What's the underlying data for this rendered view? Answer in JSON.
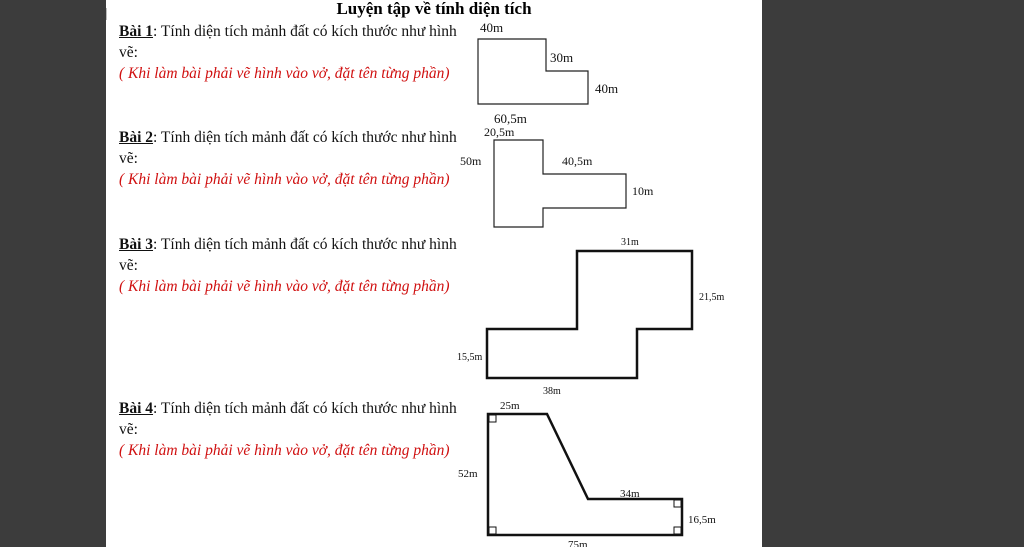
{
  "title": "Luyện tập về tính diện tích",
  "exercises": [
    {
      "label": "Bài 1",
      "text": ":  Tính  diện tích mảnh đất có kích thước như hình vẽ:",
      "note": "( Khi làm bài phải vẽ hình vào vở, đặt tên từng phần)",
      "dims": [
        "40m",
        "30m",
        "40m",
        "60,5m"
      ]
    },
    {
      "label": "Bài 2",
      "text": ":  Tính   diện tích mảnh đất có kích thước như hình vẽ:",
      "note": "( Khi làm bài phải vẽ hình vào vở, đặt tên từng phần)",
      "dims": [
        "20,5m",
        "50m",
        "40,5m",
        "10m"
      ]
    },
    {
      "label": "Bài 3",
      "text": ":   Tính   diện tích mảnh đất có kích thước như hình vẽ:",
      "note": "( Khi làm bài phải vẽ hình vào vở, đặt tên từng phần)",
      "dims": [
        "31m",
        "21,5m",
        "15,5m",
        "38m"
      ]
    },
    {
      "label": "Bài 4",
      "text": ":   Tính   diện tích mảnh đất có kích thước như hình vẽ:",
      "note": "( Khi làm bài phải vẽ hình vào vở, đặt tên từng phần)",
      "dims": [
        "25m",
        "52m",
        "34m",
        "16,5m",
        "75m"
      ]
    }
  ]
}
